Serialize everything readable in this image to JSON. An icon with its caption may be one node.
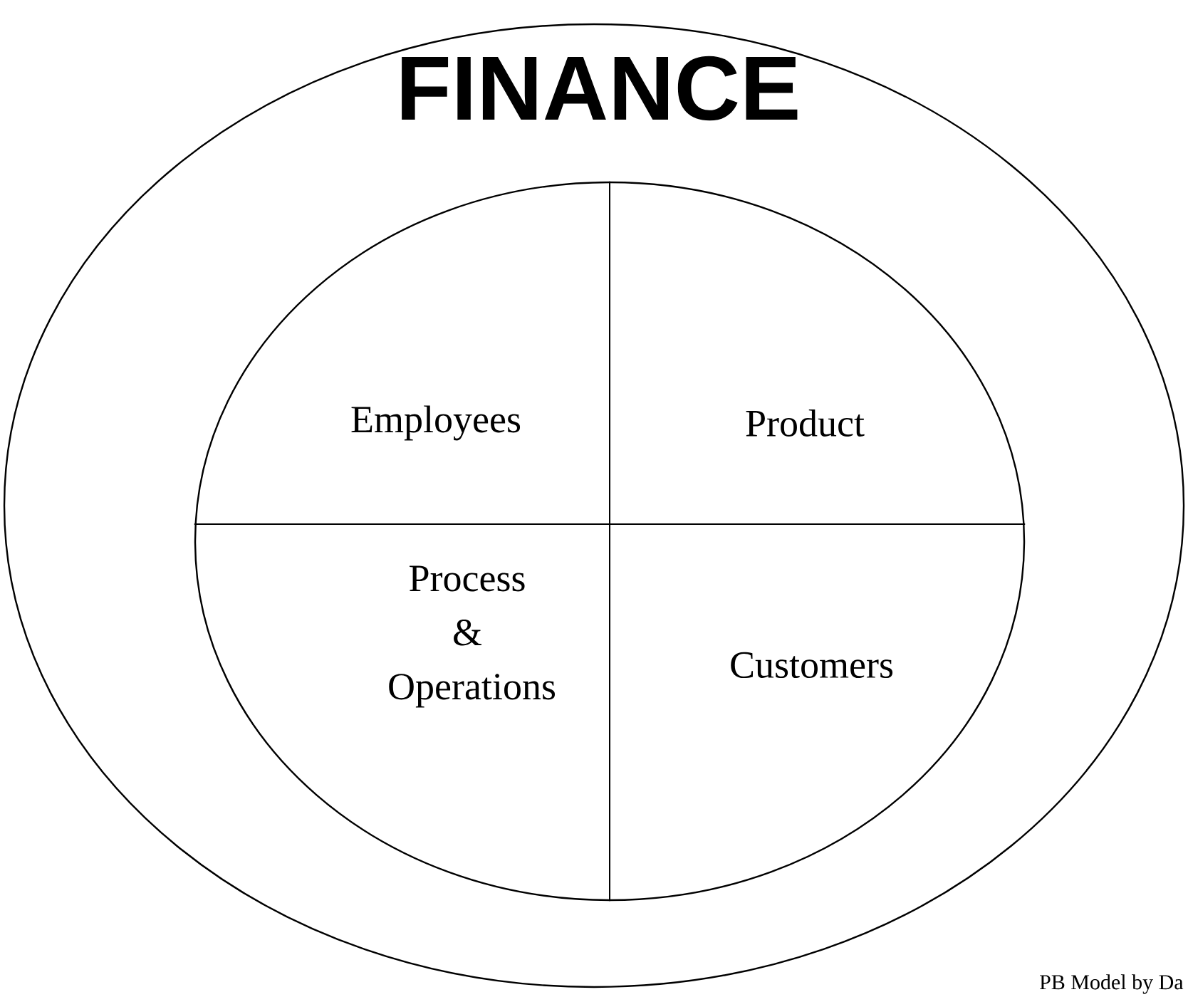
{
  "diagram": {
    "nodes": [
      {
        "text": [
          "FINANCE"
        ]
      },
      {
        "text": [],
        "shape": "circle",
        "in": 0
      },
      {
        "text": [
          "Employees"
        ],
        "in": 1
      },
      {
        "text": [
          "Product"
        ],
        "in": 1
      },
      {
        "text": [
          "Process & Operations"
        ],
        "in": 1
      },
      {
        "text": [
          "Customers"
        ],
        "in": 1
      }
    ],
    "labels": [
      "PB Model by Da"
    ]
  }
}
